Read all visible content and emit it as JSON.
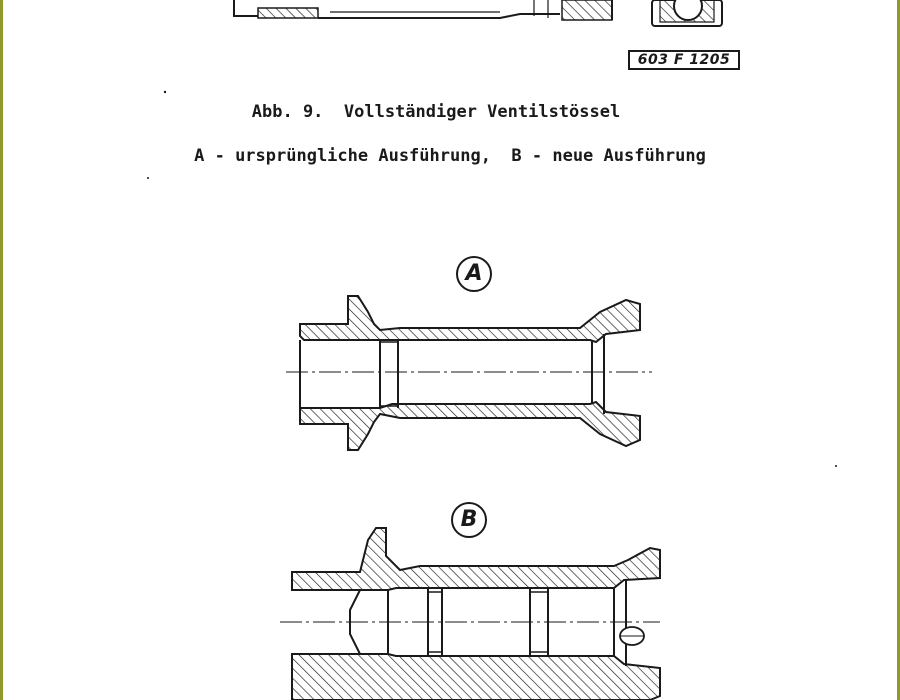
{
  "drawing_number": "603 F 1205",
  "caption": {
    "line1": "Abb. 9.  Vollständiger Ventilstössel",
    "line2": "A - ursprüngliche Ausführung,  B - neue Ausführung"
  },
  "views": {
    "a_label": "A",
    "b_label": "B"
  }
}
